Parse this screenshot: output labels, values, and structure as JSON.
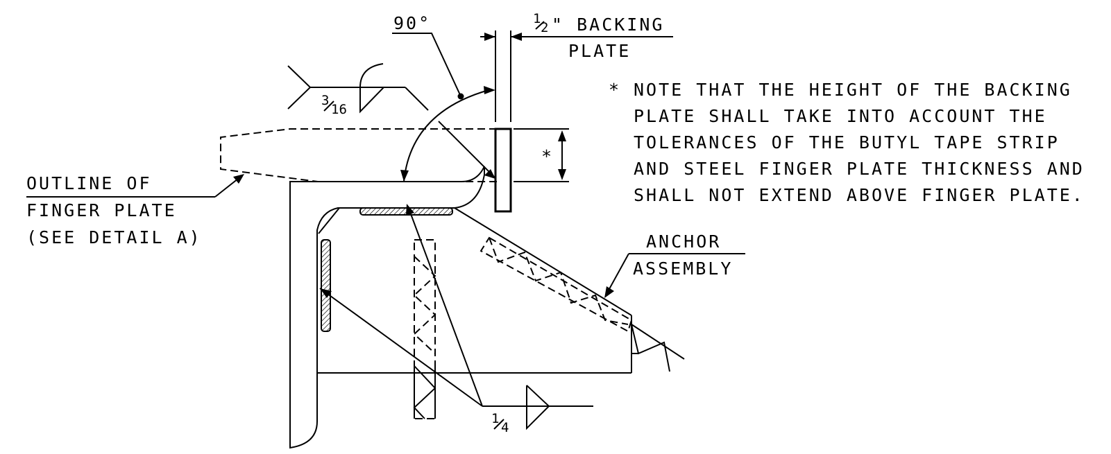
{
  "labels": {
    "angle": "90°",
    "backing_fraction_num": "1",
    "backing_fraction_den": "2",
    "backing_line1_rest": "\" BACKING",
    "backing_line2": "PLATE",
    "weld_top_num": "3",
    "weld_top_den": "16",
    "weld_bottom_num": "1",
    "weld_bottom_den": "4",
    "outline_line1": "OUTLINE OF",
    "outline_line2": "FINGER PLATE",
    "outline_line3": "(SEE DETAIL A)",
    "anchor_line1": "ANCHOR",
    "anchor_line2": "ASSEMBLY",
    "dimension_mark": "*"
  },
  "note": {
    "marker": "*",
    "lines": [
      "NOTE THAT THE HEIGHT OF THE BACKING",
      "PLATE SHALL TAKE INTO ACCOUNT THE",
      "TOLERANCES OF THE BUTYL TAPE STRIP",
      "AND STEEL FINGER PLATE THICKNESS AND",
      "SHALL NOT EXTEND ABOVE FINGER PLATE."
    ]
  }
}
